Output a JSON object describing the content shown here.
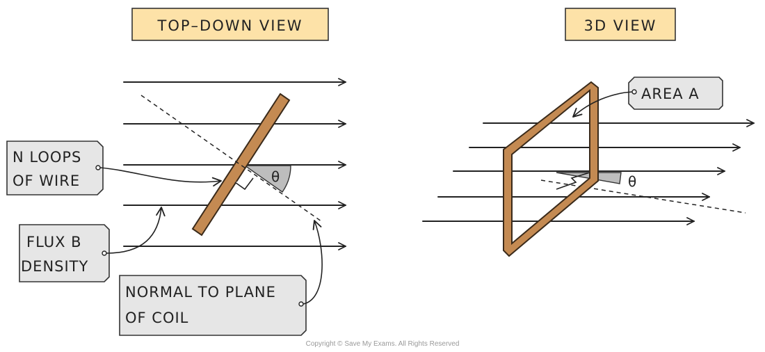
{
  "titles": {
    "top_down": "TOP–DOWN VIEW",
    "three_d": "3D VIEW"
  },
  "labels": {
    "n_loops_line1": "N LOOPS",
    "n_loops_line2": "OF WIRE",
    "flux_line1": "FLUX B",
    "flux_line2": "DENSITY",
    "normal_line1": "NORMAL TO PLANE",
    "normal_line2": "OF COIL",
    "area": "AREA A",
    "angle_top": "θ",
    "angle_3d": "θ"
  },
  "footer": {
    "copyright": "Copyright © Save My Exams. All Rights Reserved"
  },
  "colors": {
    "title_fill": "#fde2a8",
    "tag_fill": "#e6e6e6",
    "wire": "#c48a52",
    "angle_shade": "#bdbdbd"
  }
}
